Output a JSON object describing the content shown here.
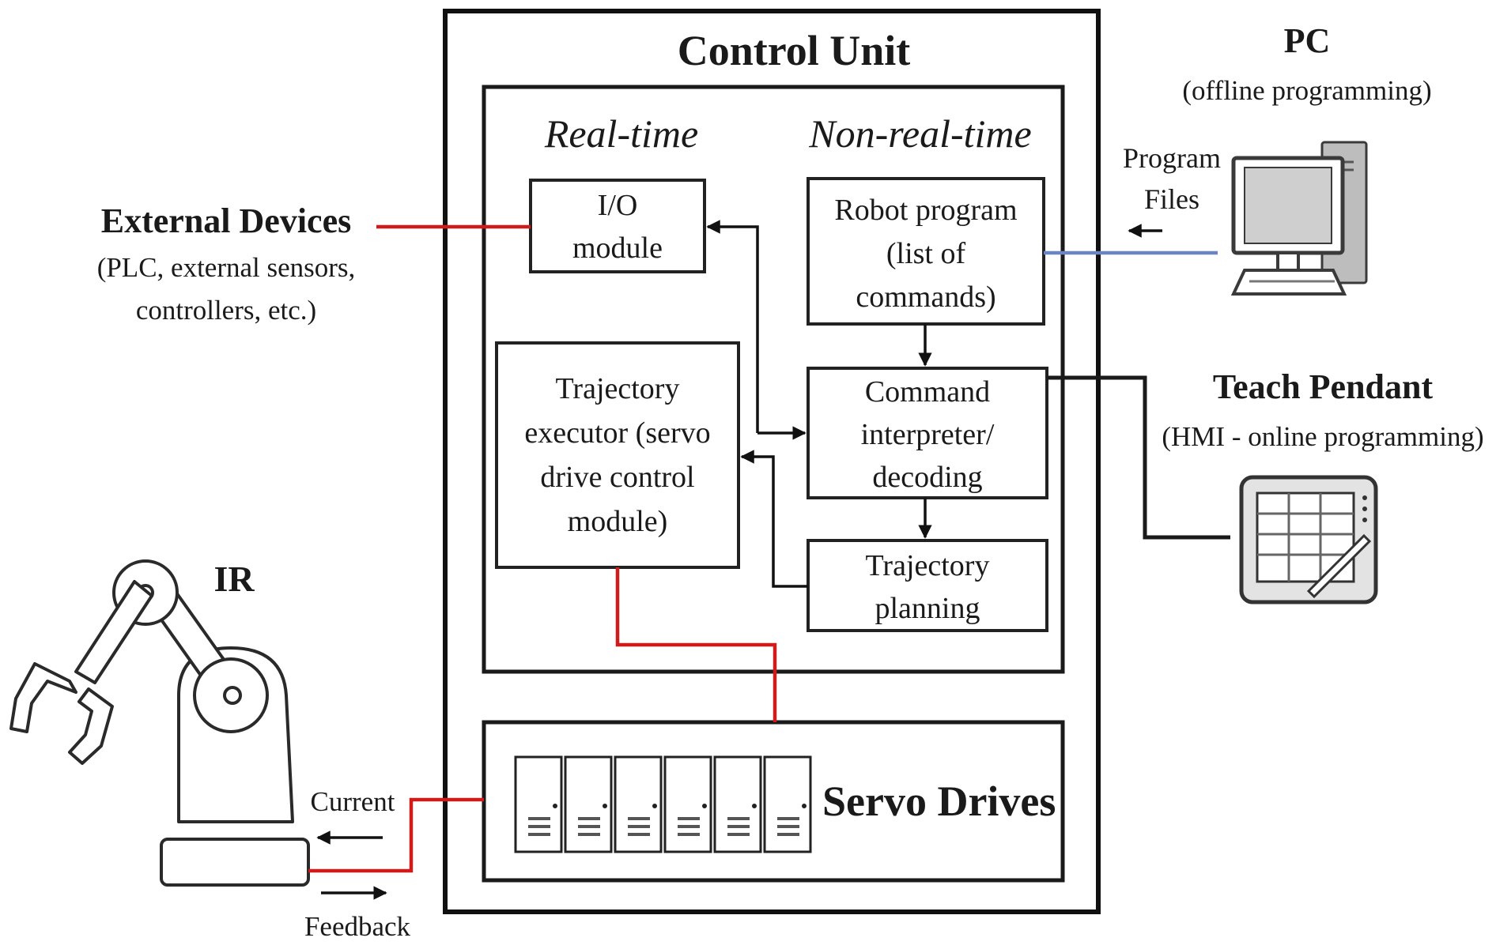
{
  "control_unit": {
    "title": "Control Unit",
    "realtime_label": "Real-time",
    "nonrealtime_label": "Non-real-time"
  },
  "blocks": {
    "io_module": [
      "I/O",
      "module"
    ],
    "robot_program": [
      "Robot program",
      "(list of",
      "commands)"
    ],
    "trajectory_executor": [
      "Trajectory",
      "executor (servo",
      "drive control",
      "module)"
    ],
    "command_interpreter": [
      "Command",
      "interpreter/",
      "decoding"
    ],
    "trajectory_planning": [
      "Trajectory",
      "planning"
    ],
    "servo_drives": "Servo Drives"
  },
  "external_devices": {
    "title": "External Devices",
    "subtitle_lines": [
      "(PLC, external sensors,",
      "controllers, etc.)"
    ]
  },
  "pc": {
    "title": "PC",
    "subtitle": "(offline programming)",
    "program_files": [
      "Program",
      "Files"
    ]
  },
  "teach_pendant": {
    "title": "Teach Pendant",
    "subtitle": "(HMI - online programming)"
  },
  "robot": {
    "label": "IR",
    "current_label": "Current",
    "feedback_label": "Feedback"
  },
  "colors": {
    "power_line": "#d11a1a",
    "data_line": "#6a85c4",
    "outline": "#111111"
  }
}
